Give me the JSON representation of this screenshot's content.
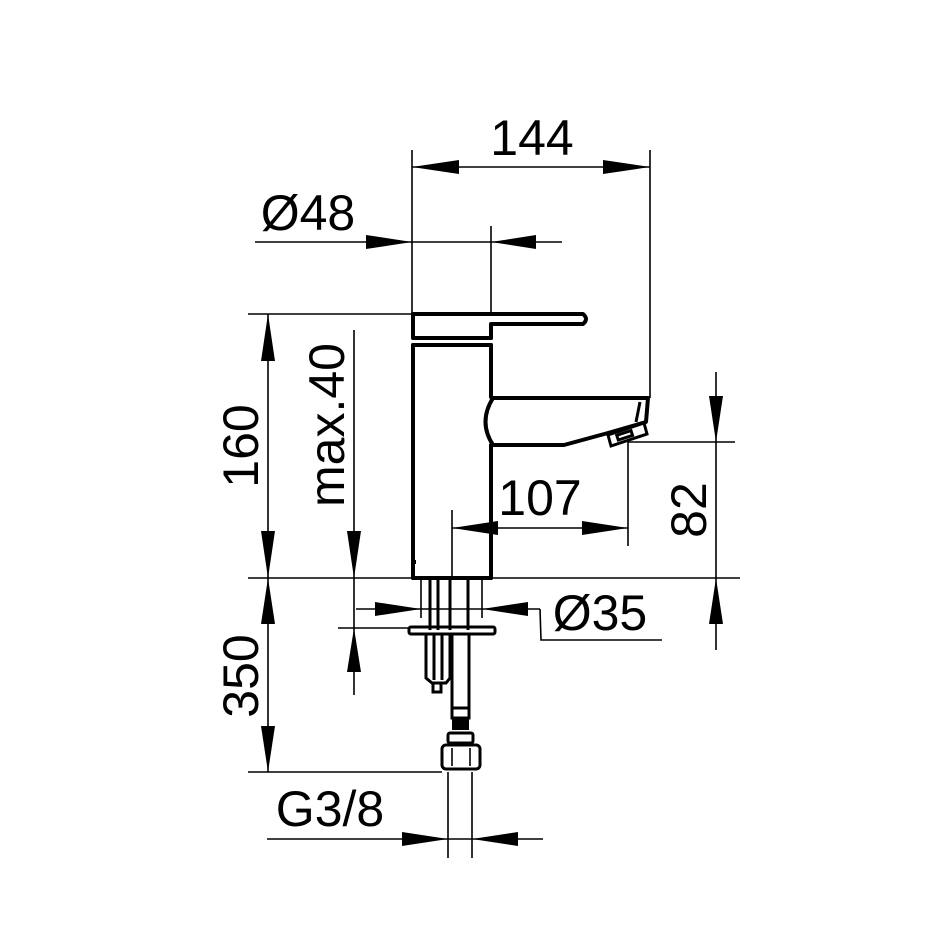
{
  "drawing": {
    "subject": "Single-lever basin mixer faucet dimension drawing",
    "line_color": "#000000",
    "background": "#ffffff"
  },
  "dimensions": {
    "overall_projection": {
      "label": "144",
      "orientation": "horizontal"
    },
    "body_diameter": {
      "label": "Ø48",
      "orientation": "horizontal"
    },
    "overall_height": {
      "label": "160",
      "orientation": "vertical"
    },
    "max_deck_thickness": {
      "label": "max.40",
      "orientation": "vertical"
    },
    "spout_reach": {
      "label": "107",
      "orientation": "horizontal"
    },
    "spout_height": {
      "label": "82",
      "orientation": "vertical"
    },
    "hole_diameter": {
      "label": "Ø35",
      "orientation": "horizontal"
    },
    "hose_length": {
      "label": "350",
      "orientation": "vertical"
    },
    "connection_thread": {
      "label": "G3/8",
      "orientation": "horizontal"
    }
  }
}
